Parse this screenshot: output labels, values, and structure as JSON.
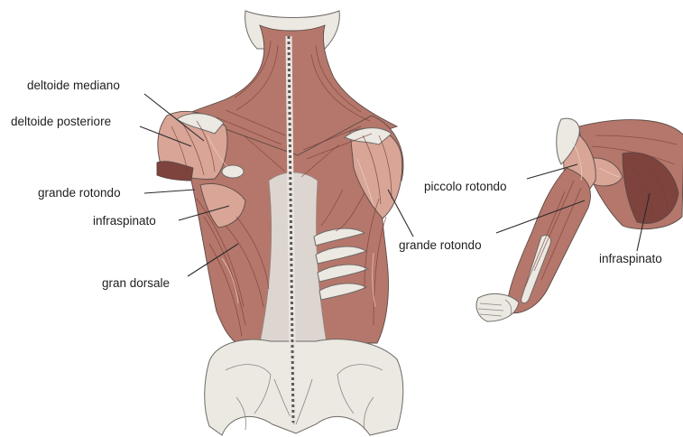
{
  "labels": {
    "deltoide_mediano": "deltoide mediano",
    "deltoide_posteriore": "deltoide posteriore",
    "grande_rotondo_left": "grande rotondo",
    "infraspinato_left": "infraspinato",
    "gran_dorsale": "gran dorsale",
    "grande_rotondo_right": "grande rotondo",
    "piccolo_rotondo": "piccolo rotondo",
    "infraspinato_right": "infraspinato"
  },
  "colors": {
    "muscle": "#b5776b",
    "muscle_dark": "#7d433c",
    "muscle_light": "#d8a597",
    "bone": "#ece8e2",
    "outline": "#5a4a46",
    "text": "#1e1e1e"
  }
}
